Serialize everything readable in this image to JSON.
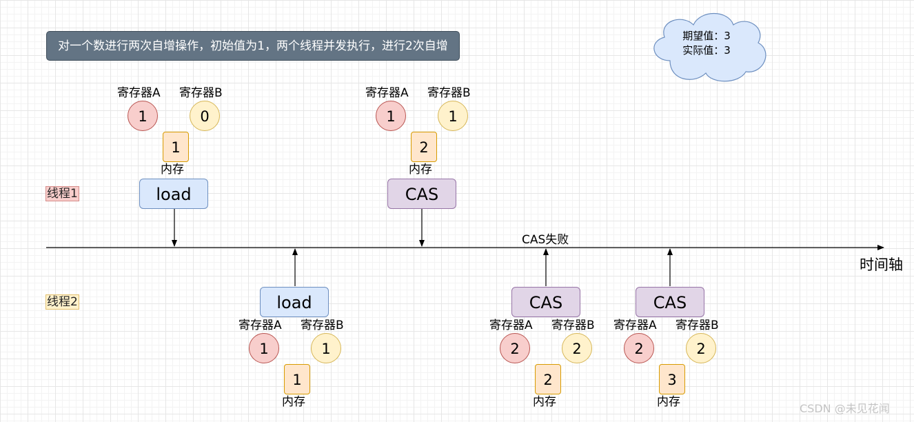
{
  "title": "对一个数进行两次自增操作，初始值为1，两个线程并发执行，进行2次自增",
  "cloud": {
    "expected": "期望值：3",
    "actual": "实际值：3"
  },
  "threads": {
    "thread1": "线程1",
    "thread2": "线程2"
  },
  "timeline": {
    "label": "时间轴",
    "cas_fail": "CAS失败"
  },
  "watermark": "CSDN @未见花闻",
  "labels": {
    "reg_a": "寄存器A",
    "reg_b": "寄存器B",
    "memory": "内存"
  },
  "steps": [
    {
      "thread": "线程1",
      "op": "load",
      "reg_a": "1",
      "reg_b": "0",
      "memory": "1"
    },
    {
      "thread": "线程1",
      "op": "CAS",
      "reg_a": "1",
      "reg_b": "1",
      "memory": "2"
    },
    {
      "thread": "线程2",
      "op": "load",
      "reg_a": "1",
      "reg_b": "1",
      "memory": "1"
    },
    {
      "thread": "线程2",
      "op": "CAS",
      "reg_a": "2",
      "reg_b": "2",
      "memory": "2"
    },
    {
      "thread": "线程2",
      "op": "CAS",
      "reg_a": "2",
      "reg_b": "2",
      "memory": "3"
    }
  ],
  "colors": {
    "reg_a_fill": "#f8cecc",
    "reg_b_fill": "#fff2cc",
    "memory_fill": "#ffe6cc",
    "load_fill": "#dae8fc",
    "cas_fill": "#e1d5e7",
    "title_fill": "#637484",
    "cloud_fill": "#dae8fc"
  }
}
